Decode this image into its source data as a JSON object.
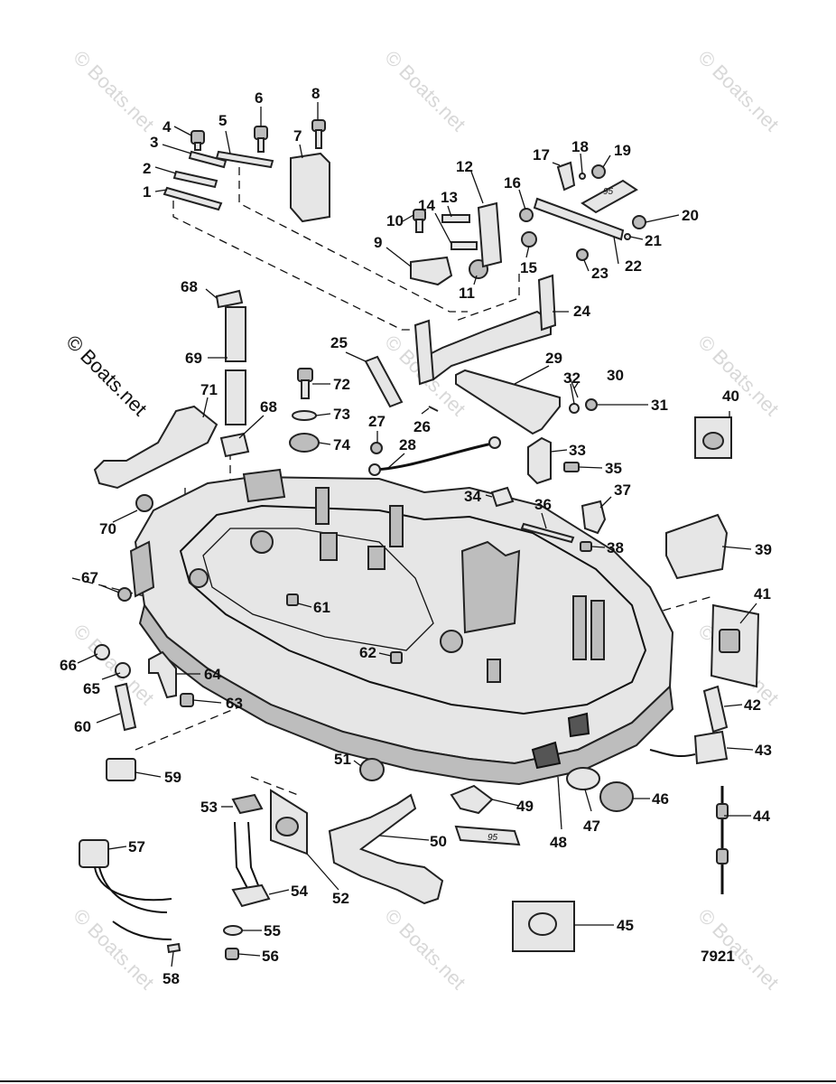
{
  "watermark": "© Boats.net",
  "corner_watermark": "© Boats.net",
  "diagram_number": "7921",
  "sealant_label": "95",
  "callouts": [
    "1",
    "2",
    "3",
    "4",
    "5",
    "6",
    "7",
    "8",
    "9",
    "10",
    "11",
    "12",
    "13",
    "14",
    "15",
    "16",
    "17",
    "18",
    "19",
    "20",
    "21",
    "22",
    "23",
    "24",
    "25",
    "26",
    "27",
    "28",
    "29",
    "30",
    "31",
    "32",
    "33",
    "34",
    "35",
    "36",
    "37",
    "38",
    "39",
    "40",
    "41",
    "42",
    "43",
    "44",
    "45",
    "46",
    "47",
    "48",
    "49",
    "50",
    "51",
    "52",
    "53",
    "54",
    "55",
    "56",
    "57",
    "58",
    "59",
    "60",
    "61",
    "62",
    "63",
    "64",
    "65",
    "66",
    "67",
    "68",
    "68",
    "69",
    "70",
    "71",
    "72",
    "73",
    "74"
  ]
}
